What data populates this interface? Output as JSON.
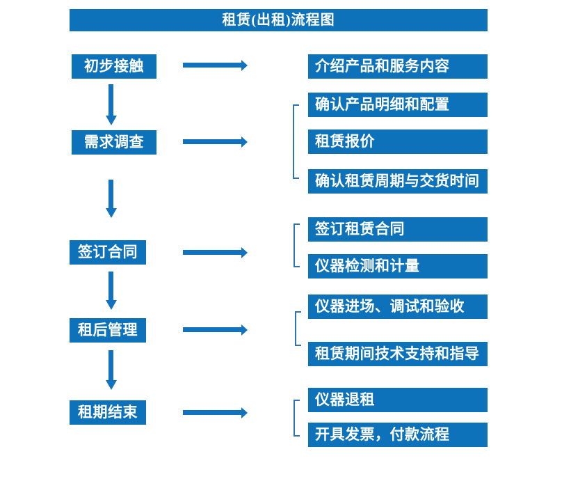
{
  "title": "租赁(出租)流程图",
  "colors": {
    "box_blue": "#0e72ba",
    "arrow_blue": "#1173c0",
    "bracket_blue": "#2e74b5",
    "text_white": "#ffffff",
    "background": "#ffffff"
  },
  "stages": [
    {
      "label": "初步接触"
    },
    {
      "label": "需求调查"
    },
    {
      "label": "签订合同"
    },
    {
      "label": "租后管理"
    },
    {
      "label": "租期结束"
    }
  ],
  "details": [
    {
      "label": "介绍产品和服务内容"
    },
    {
      "label": "确认产品明细和配置"
    },
    {
      "label": "租赁报价"
    },
    {
      "label": "确认租赁周期与交货时间"
    },
    {
      "label": "签订租赁合同"
    },
    {
      "label": "仪器检测和计量"
    },
    {
      "label": "仪器进场、调试和验收"
    },
    {
      "label": "租赁期间技术支持和指导"
    },
    {
      "label": "仪器退租"
    },
    {
      "label": "开具发票，付款流程"
    }
  ]
}
